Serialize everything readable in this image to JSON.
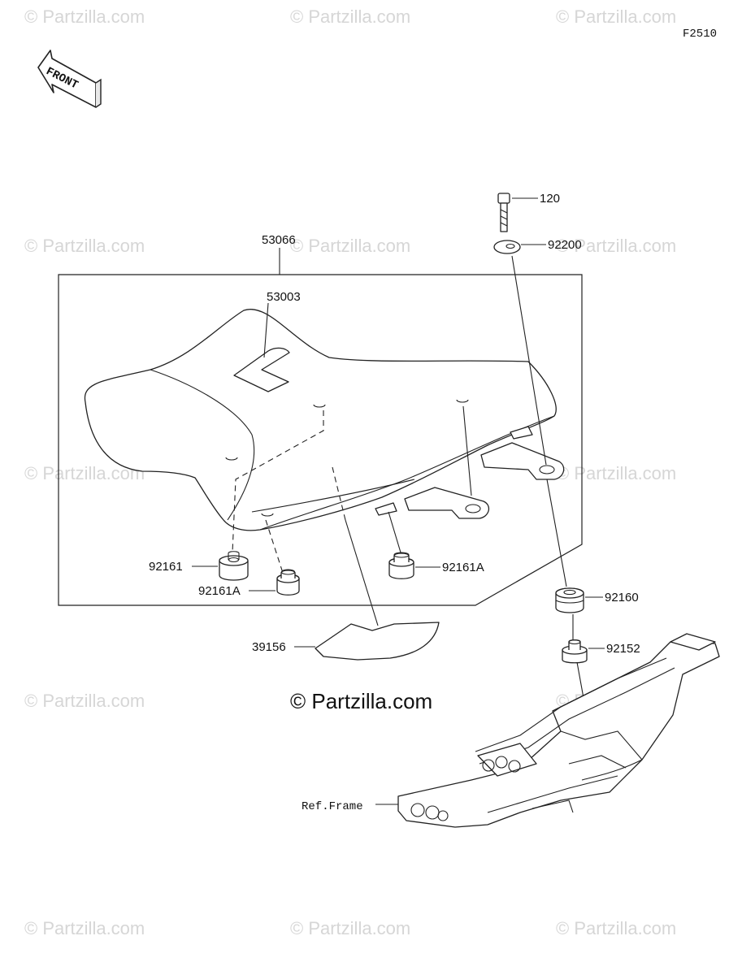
{
  "figure_code": "F2510",
  "front_label": "FRONT",
  "copyright_main": "© Partzilla.com",
  "watermark_text": "© Partzilla.com",
  "callouts": {
    "bolt": "120",
    "washer": "92200",
    "seat_assembly": "53066",
    "seat_cover": "53003",
    "damper_left": "92161",
    "damper_left_a": "92161A",
    "damper_right_a": "92161A",
    "damper_rear": "92160",
    "collar": "92152",
    "pad": "39156",
    "frame_ref": "Ref.Frame"
  },
  "colors": {
    "line": "#222222",
    "watermark": "#d6d6d6",
    "background": "#ffffff"
  }
}
